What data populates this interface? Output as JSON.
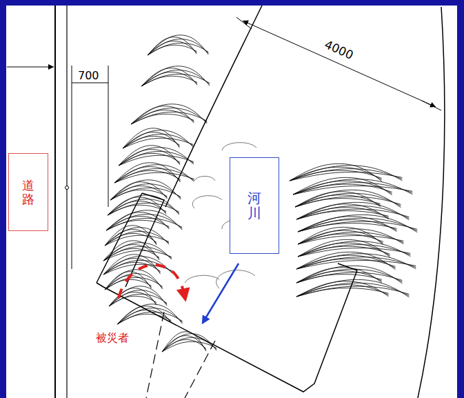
{
  "diagram": {
    "nodes": [
      {
        "text": [
          "道路"
        ]
      },
      {
        "text": [
          "河川"
        ]
      }
    ],
    "labels": [
      "700",
      "4000",
      "被災者"
    ]
  }
}
